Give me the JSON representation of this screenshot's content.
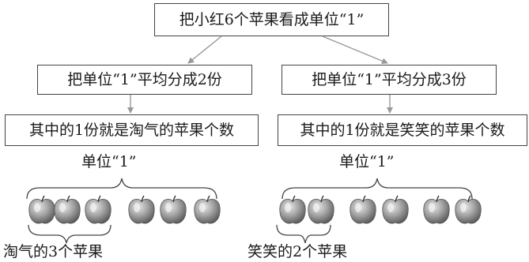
{
  "boxes": {
    "top": "把小红6个苹果看成单位“1”",
    "left_step1": "把单位“1”平均分成2份",
    "right_step1": "把单位“1”平均分成3份",
    "left_step2": "其中的1份就是淘气的苹果个数",
    "right_step2": "其中的1份就是笑笑的苹果个数"
  },
  "labels": {
    "unit_left": "单位“1”",
    "unit_right": "单位“1”",
    "caption_left": "淘气的3个苹果",
    "caption_right": "笑笑的2个苹果"
  },
  "apples": {
    "left_count": 6,
    "right_count": 6
  },
  "colors": {
    "arrow": "#999999",
    "box_border": "#444444",
    "apple_light": "#cfcfcf",
    "apple_dark": "#6a6a6a"
  }
}
